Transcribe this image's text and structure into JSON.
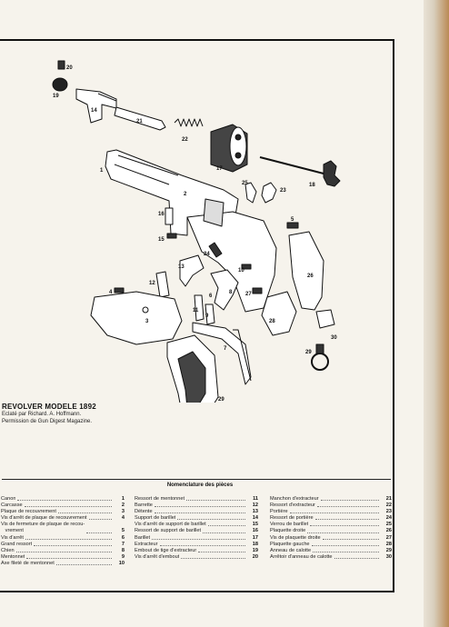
{
  "caption": {
    "title": "REVOLVER MODELE 1892",
    "credit": "Eclaté par Richard. A. Hoffmann.",
    "permission": "Permission de Gun Digest Magazine."
  },
  "nomenclature_title": "Nomenclature des pièces",
  "part_labels": [
    "1",
    "2",
    "3",
    "4",
    "5",
    "6",
    "7",
    "8",
    "9",
    "10",
    "11",
    "12",
    "13",
    "14",
    "15",
    "16",
    "17",
    "18",
    "19",
    "20",
    "21",
    "22",
    "23",
    "24",
    "25",
    "26",
    "27",
    "28",
    "29",
    "30"
  ],
  "parts": {
    "col1": [
      {
        "label": "Canon",
        "num": "1"
      },
      {
        "label": "Carcasse",
        "num": "2"
      },
      {
        "label": "Plaque de recouvrement",
        "num": "3"
      },
      {
        "label": "Vis d'arrêt de plaque de recouvrement",
        "num": "4"
      },
      {
        "label": "Vis de fermeture de plaque de recou-\n   vrement",
        "num": "5"
      },
      {
        "label": "Vis d'arrêt",
        "num": "6"
      },
      {
        "label": "Grand ressort",
        "num": "7"
      },
      {
        "label": "Chien",
        "num": "8"
      },
      {
        "label": "Mentonnet",
        "num": "9"
      },
      {
        "label": "Axe fileté de mentonnet",
        "num": "10"
      }
    ],
    "col2": [
      {
        "label": "Ressort de mentonnet",
        "num": "11"
      },
      {
        "label": "Barrette",
        "num": "12"
      },
      {
        "label": "Détente",
        "num": "13"
      },
      {
        "label": "Support de barillet",
        "num": "14"
      },
      {
        "label": "Vis d'arrêt de support de barillet",
        "num": "15"
      },
      {
        "label": "Ressort de support de barillet",
        "num": "16"
      },
      {
        "label": "Barillet",
        "num": "17"
      },
      {
        "label": "Extracteur",
        "num": "18"
      },
      {
        "label": "Embout de tige d'extracteur",
        "num": "19"
      },
      {
        "label": "Vis d'arrêt d'embout",
        "num": "20"
      }
    ],
    "col3": [
      {
        "label": "Manchon d'extracteur",
        "num": "21"
      },
      {
        "label": "Ressort d'extracteur",
        "num": "22"
      },
      {
        "label": "Portière",
        "num": "23"
      },
      {
        "label": "Ressort de portière",
        "num": "24"
      },
      {
        "label": "Verrou de barillet",
        "num": "25"
      },
      {
        "label": "Plaquette droite",
        "num": "26"
      },
      {
        "label": "Vis de plaquette droite",
        "num": "27"
      },
      {
        "label": "Plaquette gauche",
        "num": "28"
      },
      {
        "label": "Anneau de calotte",
        "num": "29"
      },
      {
        "label": "Arrêtoir d'anneau de calotte",
        "num": "30"
      }
    ]
  }
}
